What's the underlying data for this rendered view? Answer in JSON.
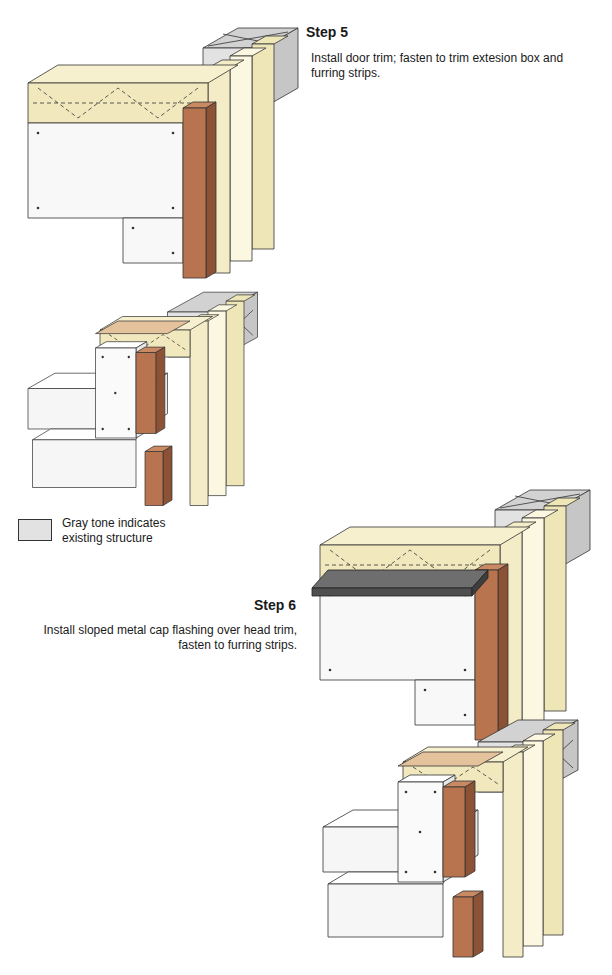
{
  "diagram": {
    "labels": [
      "Step 5",
      "Install door trim; fasten to trim extesion box and furring strips.",
      "Step 6",
      "Install sloped metal cap flashing over head trim, fasten to furring strips."
    ],
    "legend": [
      {
        "text": "Gray tone indicates existing structure",
        "color": "#e2e2e2"
      }
    ]
  }
}
